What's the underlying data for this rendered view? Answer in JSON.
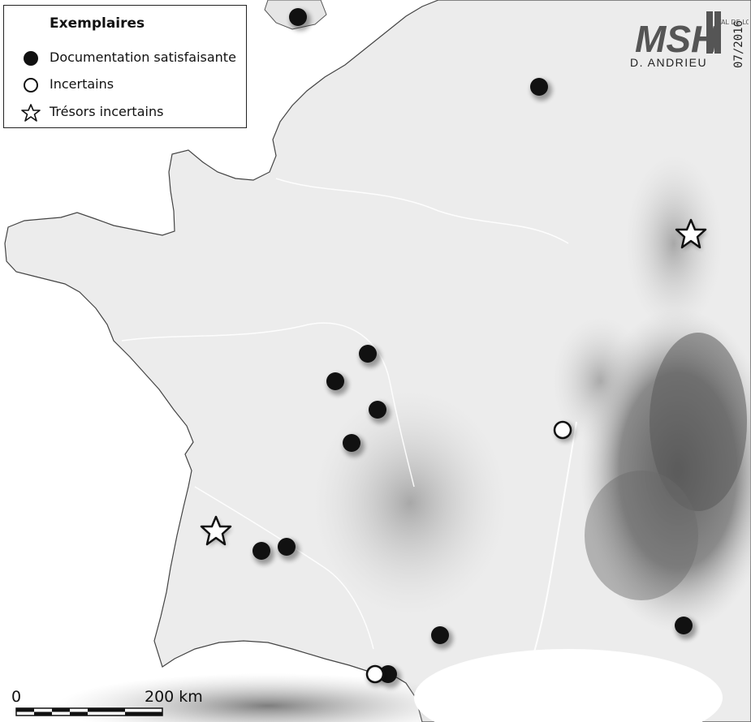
{
  "legend": {
    "title": "Exemplaires",
    "items": [
      {
        "symbol": "filled-circle",
        "label": "Documentation satisfaisante"
      },
      {
        "symbol": "open-circle",
        "label": "Incertains"
      },
      {
        "symbol": "star",
        "label": "Trésors incertains"
      }
    ]
  },
  "logo": {
    "brand": "MSH",
    "region": "VAL DE LOIRE",
    "author": "D. ANDRIEU",
    "date": "07/2016"
  },
  "scale_bar": {
    "start_label": "0",
    "end_label": "200 km"
  },
  "colors": {
    "ink": "#111111",
    "relief_low": "#f2f2f2",
    "relief_high": "#6e6e6e",
    "sea": "#ffffff"
  }
}
